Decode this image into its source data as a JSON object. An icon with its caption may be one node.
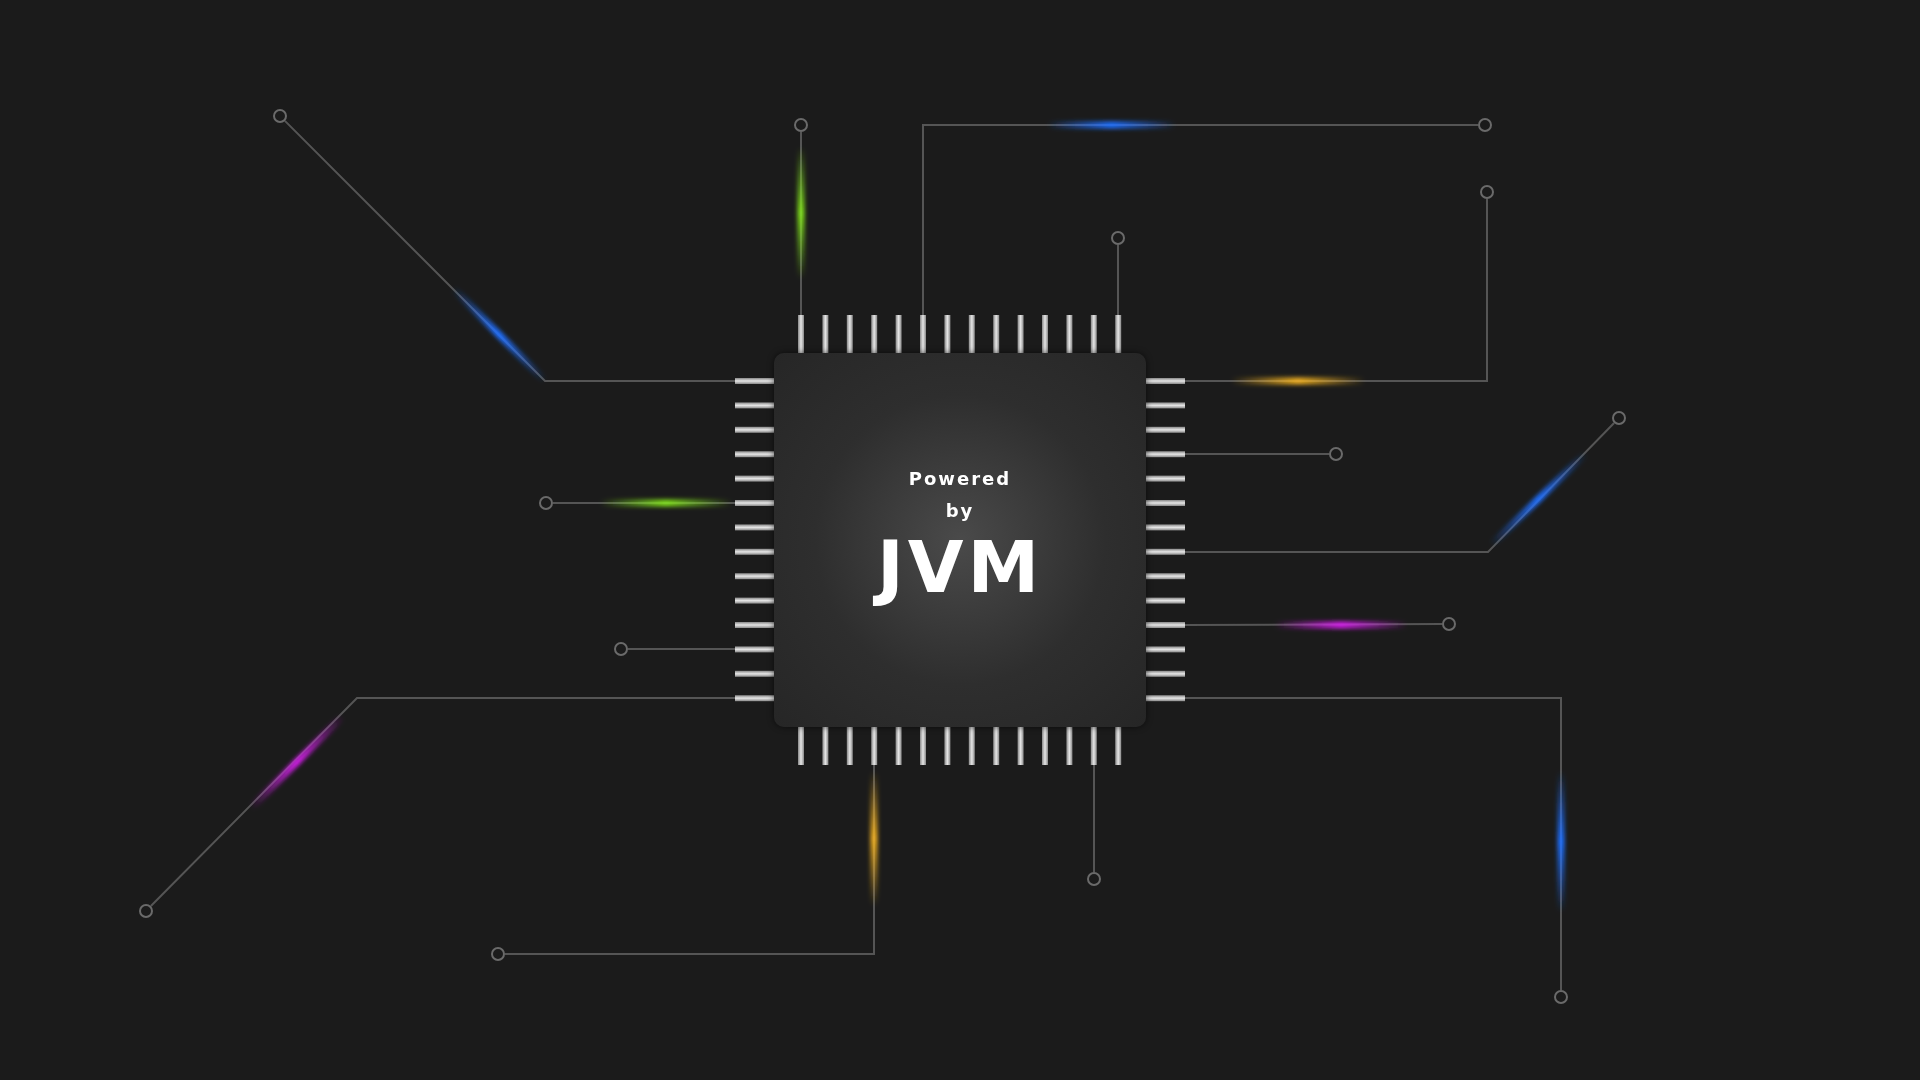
{
  "diagram": {
    "nodes": [
      {
        "text": [
          "Powered by",
          "JVM"
        ]
      },
      {
        "text": [],
        "shape": "circle"
      },
      {
        "text": [],
        "shape": "circle"
      },
      {
        "text": [],
        "shape": "circle"
      },
      {
        "text": [],
        "shape": "circle"
      },
      {
        "text": [],
        "shape": "circle"
      },
      {
        "text": [],
        "shape": "circle"
      },
      {
        "text": [],
        "shape": "circle"
      },
      {
        "text": [],
        "shape": "circle"
      },
      {
        "text": [],
        "shape": "circle"
      },
      {
        "text": [],
        "shape": "circle"
      },
      {
        "text": [],
        "shape": "circle"
      },
      {
        "text": [],
        "shape": "circle"
      },
      {
        "text": [],
        "shape": "circle"
      },
      {
        "text": [],
        "shape": "circle"
      }
    ],
    "edges": [
      {
        "from": 0,
        "to": 1,
        "arrow": "none"
      },
      {
        "from": 0,
        "to": 2,
        "arrow": "none"
      },
      {
        "from": 0,
        "to": 3,
        "arrow": "none"
      },
      {
        "from": 0,
        "to": 4,
        "arrow": "none"
      },
      {
        "from": 0,
        "to": 5,
        "arrow": "none"
      },
      {
        "from": 0,
        "to": 6,
        "arrow": "none"
      },
      {
        "from": 0,
        "to": 7,
        "arrow": "none"
      },
      {
        "from": 0,
        "to": 8,
        "arrow": "none"
      },
      {
        "from": 0,
        "to": 9,
        "arrow": "none"
      },
      {
        "from": 0,
        "to": 10,
        "arrow": "none"
      },
      {
        "from": 0,
        "to": 11,
        "arrow": "none"
      },
      {
        "from": 0,
        "to": 12,
        "arrow": "none"
      },
      {
        "from": 0,
        "to": 13,
        "arrow": "none"
      },
      {
        "from": 0,
        "to": 14,
        "arrow": "none"
      }
    ]
  }
}
